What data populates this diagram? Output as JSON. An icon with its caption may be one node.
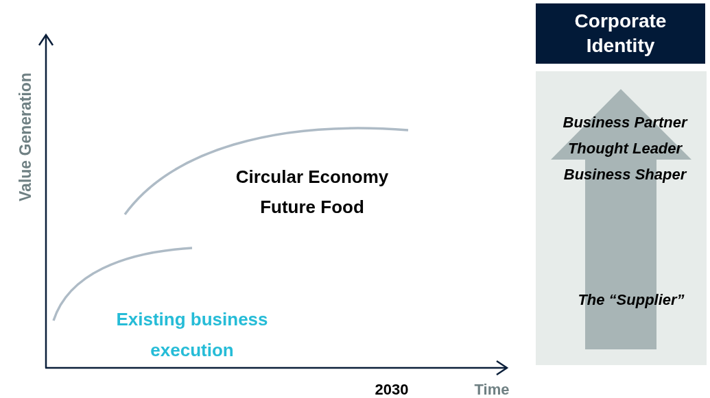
{
  "diagram": {
    "nodes": [
      {
        "text": [
          "Corporate Identity"
        ]
      },
      {
        "text": [
          "Business Partner",
          "Thought Leader",
          "Business Shaper",
          "The “Supplier”"
        ]
      }
    ],
    "edges": [],
    "labels": [
      "Value Generation",
      "Circular Economy Future Food",
      "Existing business execution",
      "2030",
      "Time"
    ]
  }
}
